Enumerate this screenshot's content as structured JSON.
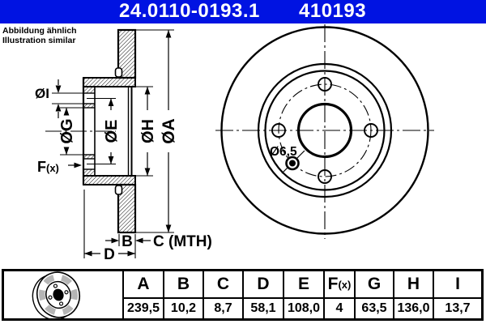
{
  "header": {
    "part_number_primary": "24.0110-0193.1",
    "part_number_secondary": "410193",
    "bg_color": "#0013e2"
  },
  "note": {
    "line1": "Abbildung ähnlich",
    "line2": "Illustration similar"
  },
  "cross_section": {
    "labels": {
      "dia_i": "ØI",
      "dia_g": "ØG",
      "dia_e": "ØE",
      "dia_h": "ØH",
      "dia_a": "ØA",
      "f_main": "F",
      "f_sub": "(x)",
      "b": "B",
      "c": "C (MTH)",
      "d": "D"
    }
  },
  "front_view": {
    "bolt_hole_label": "Ø6,5"
  },
  "spec_table": {
    "columns": [
      {
        "header": "A",
        "value": "239,5"
      },
      {
        "header": "B",
        "value": "10,2"
      },
      {
        "header": "C",
        "value": "8,7"
      },
      {
        "header": "D",
        "value": "58,1"
      },
      {
        "header": "E",
        "value": "108,0"
      },
      {
        "header_main": "F",
        "header_sub": "(x)",
        "value": "4"
      },
      {
        "header": "G",
        "value": "63,5"
      },
      {
        "header": "H",
        "value": "136,0"
      },
      {
        "header": "I",
        "value": "13,7"
      }
    ]
  }
}
